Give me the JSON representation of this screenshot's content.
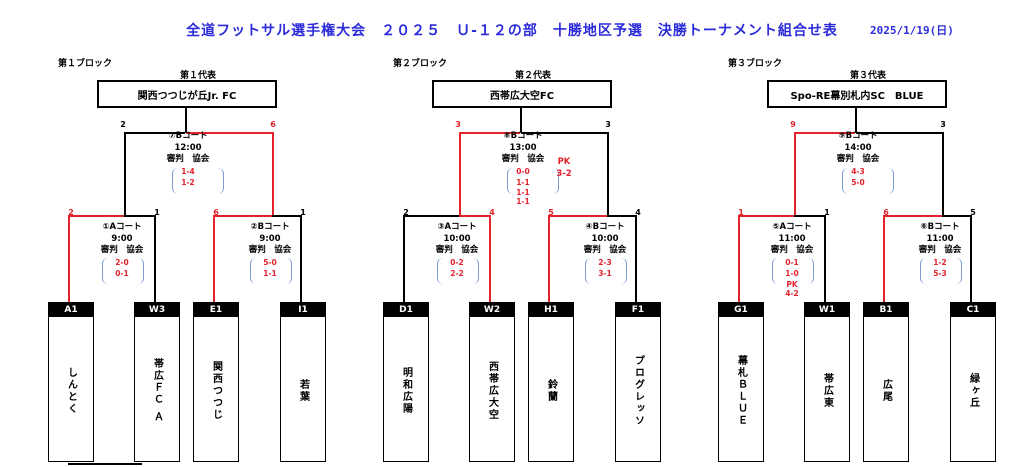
{
  "title": "全道フットサル選手権大会　２０２５　Ｕ-１２の部　十勝地区予選　決勝トーナメント組合せ表",
  "date": "2025/1/19(日)",
  "blocks": [
    {
      "label": "第１ブロック",
      "rep_label": "第１代表",
      "winner": "関西つつじが丘Jr. FC",
      "final": {
        "court": "⑦Bコート",
        "time": "12:00",
        "ref": "審判　協会",
        "results": [
          "1-4",
          "1-2"
        ],
        "left": "2",
        "right": "6"
      },
      "semis": [
        {
          "court": "①Aコート",
          "time": "9:00",
          "ref": "審判　協会",
          "results": [
            "2-0",
            "0-1"
          ],
          "left": "2",
          "right": "1"
        },
        {
          "court": "②Bコート",
          "time": "9:00",
          "ref": "審判　協会",
          "results": [
            "5-0",
            "1-1"
          ],
          "left": "6",
          "right": "1"
        }
      ],
      "teams": [
        {
          "code": "A1",
          "name": "しんとく"
        },
        {
          "code": "W3",
          "name": "帯広ＦＣ Ａ"
        },
        {
          "code": "E1",
          "name": "関西つつじ"
        },
        {
          "code": "I1",
          "name": "若葉"
        }
      ]
    },
    {
      "label": "第２ブロック",
      "rep_label": "第２代表",
      "winner": "西帯広大空FC",
      "final": {
        "court": "⑧Bコート",
        "time": "13:00",
        "ref": "審判　協会",
        "results": [
          "0-0",
          "1-1",
          "1-1",
          "1-1"
        ],
        "pk": "PK",
        "pk_score": "3-2",
        "left": "3",
        "right": "3"
      },
      "semis": [
        {
          "court": "③Aコート",
          "time": "10:00",
          "ref": "審判　協会",
          "results": [
            "0-2",
            "2-2"
          ],
          "left": "2",
          "right": "4"
        },
        {
          "court": "④Bコート",
          "time": "10:00",
          "ref": "審判　協会",
          "results": [
            "2-3",
            "3-1"
          ],
          "left": "5",
          "right": "4"
        }
      ],
      "teams": [
        {
          "code": "D1",
          "name": "明和広陽"
        },
        {
          "code": "W2",
          "name": "西帯広大空"
        },
        {
          "code": "H1",
          "name": "鈴蘭"
        },
        {
          "code": "F1",
          "name": "プログレッソ"
        }
      ]
    },
    {
      "label": "第３ブロック",
      "rep_label": "第３代表",
      "winner": "Spo-RE幕別札内SC　BLUE",
      "final": {
        "court": "⑨Bコート",
        "time": "14:00",
        "ref": "審判　協会",
        "results": [
          "4-3",
          "5-0"
        ],
        "left": "9",
        "right": "3"
      },
      "semis": [
        {
          "court": "⑤Aコート",
          "time": "11:00",
          "ref": "審判　協会",
          "results": [
            "0-1",
            "1-0"
          ],
          "pk": "PK",
          "pk_score": "4-2",
          "left": "1",
          "right": "1"
        },
        {
          "court": "⑥Bコート",
          "time": "11:00",
          "ref": "審判　協会",
          "results": [
            "1-2",
            "5-3"
          ],
          "left": "6",
          "right": "5"
        }
      ],
      "teams": [
        {
          "code": "G1",
          "name": "幕札ＢＬＵＥ"
        },
        {
          "code": "W1",
          "name": "帯広東"
        },
        {
          "code": "B1",
          "name": "広尾"
        },
        {
          "code": "C1",
          "name": "緑ヶ丘"
        }
      ]
    }
  ]
}
